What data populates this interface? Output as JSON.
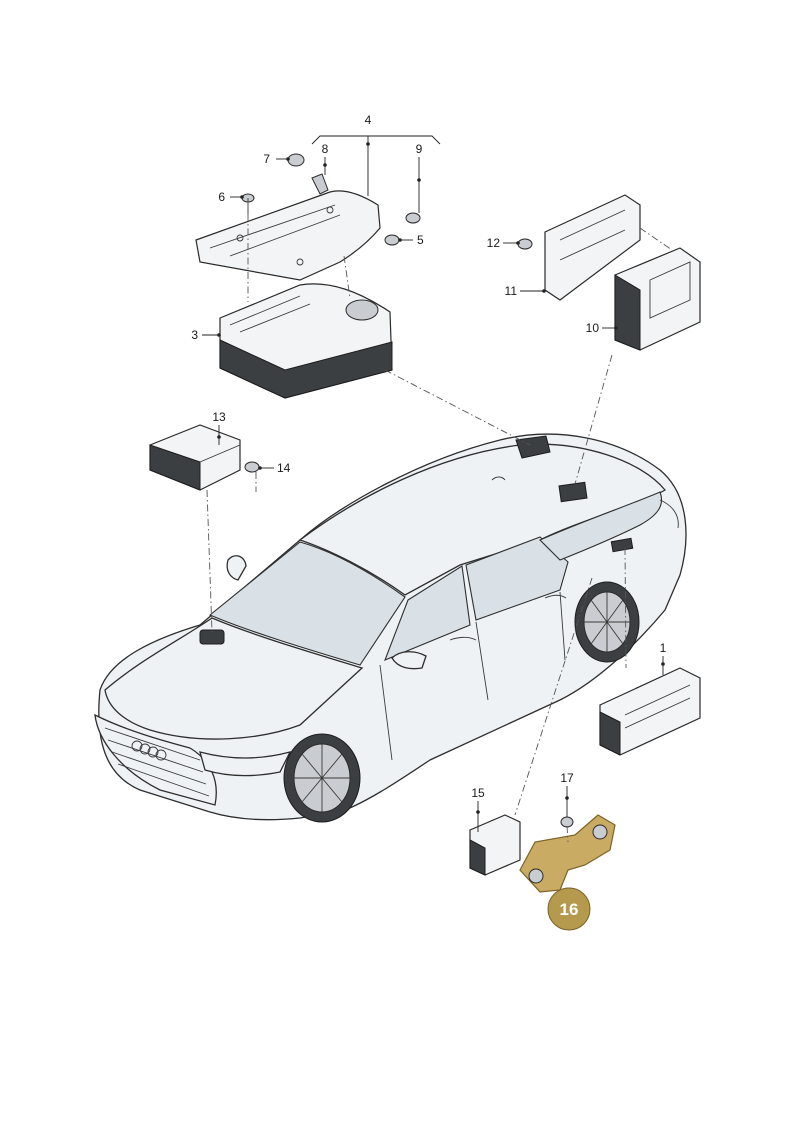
{
  "callouts": {
    "p1": "1",
    "p3": "3",
    "p4": "4",
    "p5": "5",
    "p6": "6",
    "p7": "7",
    "p8": "8",
    "p9": "9",
    "p10": "10",
    "p11": "11",
    "p12": "12",
    "p13": "13",
    "p14": "14",
    "p15": "15",
    "p16": "16",
    "p17": "17"
  },
  "highlight_color": "#c9ab63"
}
